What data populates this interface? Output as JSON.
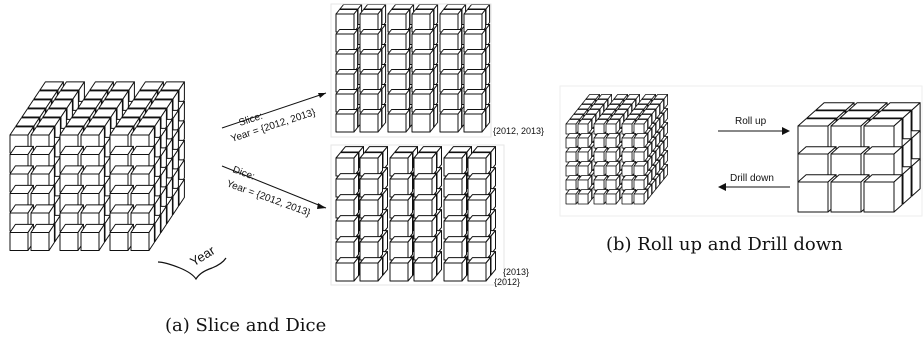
{
  "figure_a": {
    "slice_label_line1": "Slice:",
    "slice_label_line2": "Year = {2012, 2013}",
    "dice_label_line1": "Dice:",
    "dice_label_line2": "Year = {2012, 2013}",
    "year_axis_label": "Year",
    "slice_side_label": "{2012, 2013}",
    "dice_side_label_front": "{2013}",
    "dice_side_label_back": "{2012}",
    "caption": "(a) Slice and Dice"
  },
  "figure_b": {
    "roll_up_label": "Roll up",
    "drill_down_label": "Drill down",
    "caption": "(b) Roll up and Drill down"
  },
  "colors": {
    "line": "#111111",
    "face_front": "#ffffff",
    "face_top": "#ffffff",
    "face_side": "#ffffff"
  }
}
